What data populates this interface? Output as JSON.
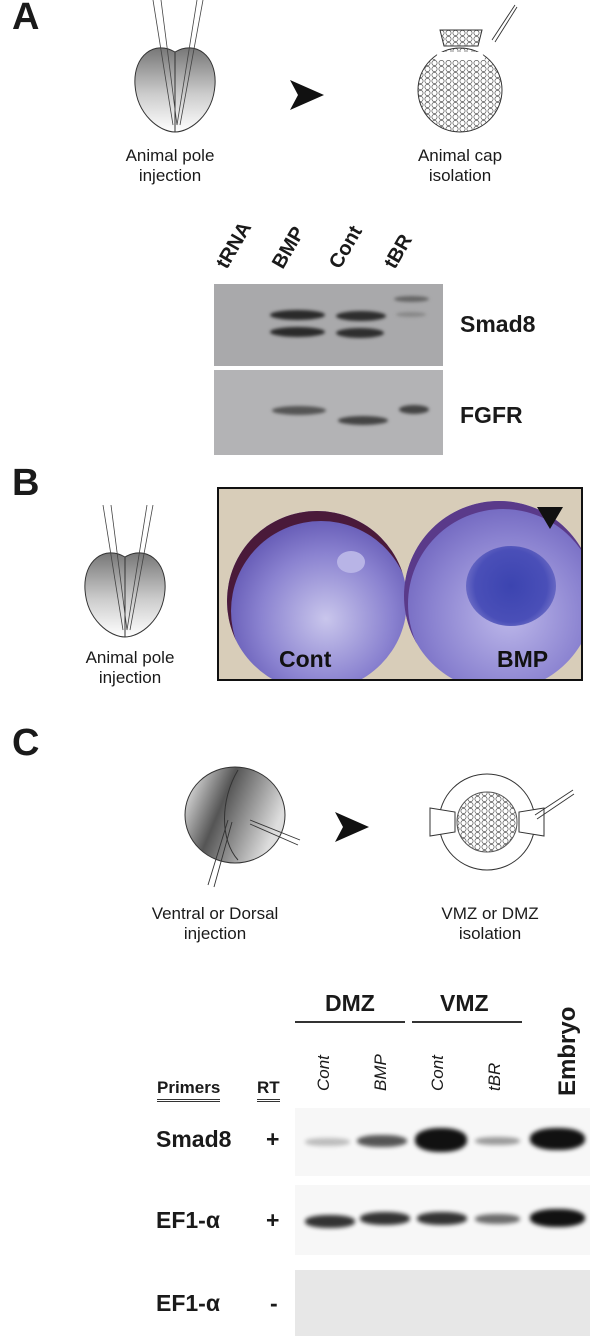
{
  "panels": {
    "a": {
      "letter": "A",
      "step1_caption": [
        "Animal pole",
        "injection"
      ],
      "step2_caption": [
        "Animal cap",
        "isolation"
      ],
      "lanes": [
        "tRNA",
        "BMP",
        "Cont",
        "tBR"
      ],
      "blots": [
        "Smad8",
        "FGFR"
      ]
    },
    "b": {
      "letter": "B",
      "caption": [
        "Animal pole",
        "injection"
      ],
      "photo_labels": [
        "Cont",
        "BMP"
      ]
    },
    "c": {
      "letter": "C",
      "step1_caption": [
        "Ventral or Dorsal",
        "injection"
      ],
      "step2_caption": [
        "VMZ or DMZ",
        "isolation"
      ],
      "groups": [
        "DMZ",
        "VMZ"
      ],
      "lanes": [
        "Cont",
        "BMP",
        "Cont",
        "tBR"
      ],
      "embryo_lane": "Embryo",
      "header_primers": "Primers",
      "header_rt": "RT",
      "rows": [
        {
          "primer": "Smad8",
          "rt": "+"
        },
        {
          "primer": "EF1-α",
          "rt": "+"
        },
        {
          "primer": "EF1-α",
          "rt": "-"
        }
      ]
    }
  },
  "colors": {
    "photo_bg": "#7a6fc0",
    "stain": "#3b3fa8"
  }
}
